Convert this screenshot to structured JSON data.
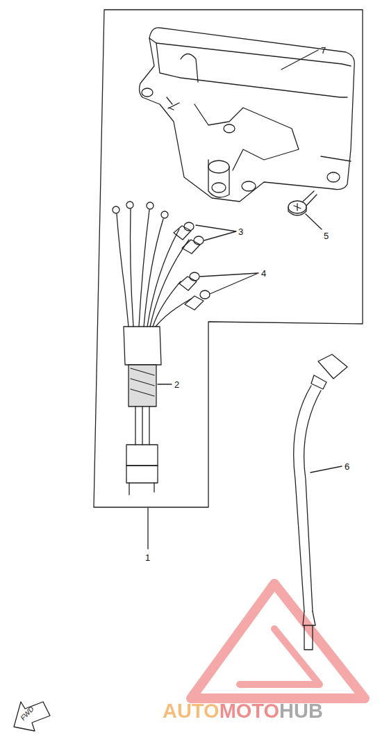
{
  "diagram": {
    "labels": [
      "7",
      "5",
      "3",
      "4",
      "2",
      "6",
      "1",
      "AUTOMOTOHUB",
      "FWD"
    ]
  }
}
